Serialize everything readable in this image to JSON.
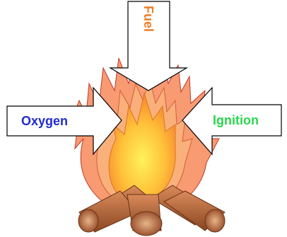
{
  "diagram": {
    "labels": {
      "fuel": "Fuel",
      "oxygen": "Oxygen",
      "ignition": "Ignition"
    },
    "colors": {
      "fuel_text": "#ef7d22",
      "oxygen_text": "#1f2bd1",
      "ignition_text": "#2bd64b",
      "flame_outer": "#f7a070",
      "flame_inner": "#fdb13b",
      "flame_core": "#fff05a",
      "log_fill": "#b9683a",
      "log_dark": "#7a3d1f"
    }
  }
}
